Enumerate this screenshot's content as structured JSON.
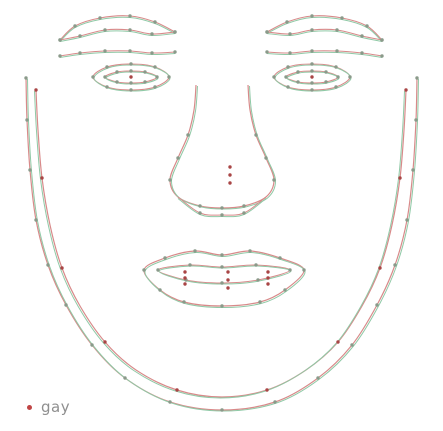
{
  "diagram": {
    "series": [
      {
        "color": "#d88a8a",
        "marker_color": "#a94545"
      },
      {
        "color": "#8fc9a6",
        "marker_color": "#8a9a8a"
      }
    ],
    "landmark_groups": [
      "face-contour",
      "left-eyebrow",
      "right-eyebrow",
      "left-eye",
      "right-eye",
      "nose",
      "mouth"
    ]
  },
  "legend": {
    "label": "gay",
    "marker_color": "#c04545"
  }
}
